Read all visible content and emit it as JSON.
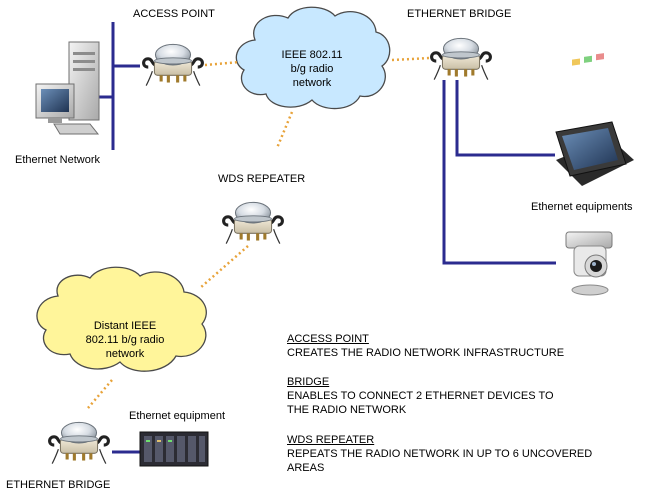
{
  "labels": {
    "access_point": "ACCESS POINT",
    "ethernet_bridge_top": "ETHERNET BRIDGE",
    "ethernet_network": "Ethernet Network",
    "wds_repeater": "WDS REPEATER",
    "ethernet_equipments": "Ethernet equipments",
    "ethernet_equipment": "Ethernet equipment",
    "ethernet_bridge_bottom": "ETHERNET BRIDGE"
  },
  "clouds": {
    "main": {
      "lines": [
        "IEEE 802.11",
        "b/g radio",
        "network"
      ]
    },
    "distant": {
      "lines": [
        "Distant IEEE",
        "802.11 b/g radio",
        "network"
      ]
    }
  },
  "legend": [
    {
      "title": "ACCESS POINT",
      "lines": [
        "CREATES THE RADIO NETWORK INFRASTRUCTURE"
      ]
    },
    {
      "title": "BRIDGE",
      "lines": [
        "ENABLES TO CONNECT 2 ETHERNET DEVICES TO",
        "THE RADIO NETWORK"
      ]
    },
    {
      "title": "WDS REPEATER",
      "lines": [
        "REPEATS THE RADIO NETWORK IN UP TO 6 UNCOVERED",
        "AREAS"
      ]
    }
  ],
  "icons": [
    "desktop-computer-icon",
    "radio-unit-icon",
    "touch-terminal-icon",
    "ip-camera-icon",
    "plc-rack-icon"
  ],
  "colors": {
    "wire": "#2b2b8f",
    "wireless_link": "#e8a33a",
    "cloud_fill": "#c8e8ff",
    "cloud_fill_distant": "#fff59a",
    "cloud_stroke": "#4a4a4a"
  }
}
